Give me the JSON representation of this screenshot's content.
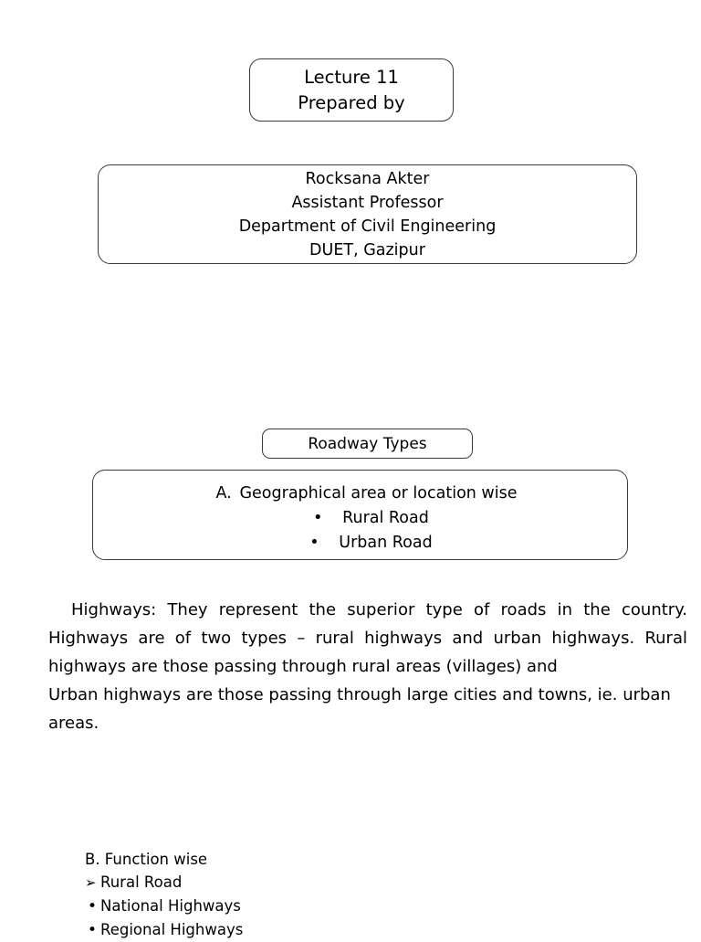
{
  "document": {
    "page_background": "#ffffff",
    "text_color": "#000000",
    "border_color": "#3b3b3b"
  },
  "title_box": {
    "lines": [
      "Lecture 11",
      "Prepared by"
    ]
  },
  "author_box": {
    "lines": [
      "Rocksana Akter",
      "Assistant Professor",
      "Department of Civil Engineering",
      "DUET, Gazipur"
    ]
  },
  "roadway_types_box": {
    "label": "Roadway Types"
  },
  "category_a_box": {
    "letter": "A.",
    "heading": "Geographical area or location wise",
    "bullet_glyph": "•",
    "bullets": [
      "Rural Road",
      "Urban Road"
    ]
  },
  "highway_paragraph": {
    "run_justified": "Highways: They represent the superior type of roads in the country. Highways are of two types – rural highways and urban highways. Rural highways are those passing through rural areas (villages) and",
    "run_plain": "Urban highways are those passing through large cities and towns, ie. urban areas."
  },
  "function_wise_section": {
    "heading": "B. Function wise",
    "items": [
      {
        "marker": "➢",
        "marker_type": "arrow",
        "label": "Rural Road"
      },
      {
        "marker": "•",
        "marker_type": "dot",
        "label": "National Highways"
      },
      {
        "marker": "•",
        "marker_type": "dot",
        "label": "Regional Highways"
      }
    ]
  }
}
